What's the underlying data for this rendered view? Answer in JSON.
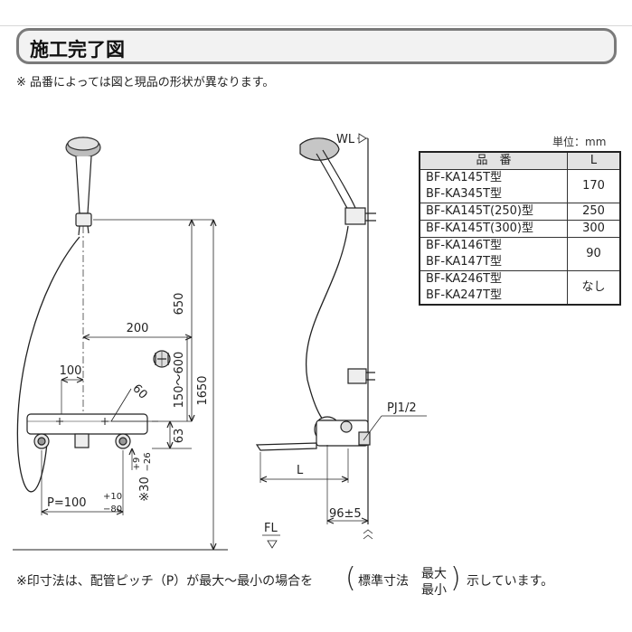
{
  "header": {
    "title": "施工完了図"
  },
  "note_top": "※ 品番によっては図と現品の形状が異なります。",
  "unit": "単位：mm",
  "table": {
    "headers": [
      "品　番",
      "L"
    ],
    "rows": [
      {
        "models": [
          "BF-KA145T型",
          "BF-KA345T型"
        ],
        "l": "170"
      },
      {
        "models": [
          "BF-KA145T(250)型"
        ],
        "l": "250"
      },
      {
        "models": [
          "BF-KA145T(300)型"
        ],
        "l": "300"
      },
      {
        "models": [
          "BF-KA146T型",
          "BF-KA147T型"
        ],
        "l": "90"
      },
      {
        "models": [
          "BF-KA246T型",
          "BF-KA247T型"
        ],
        "l": "なし"
      }
    ]
  },
  "dims": {
    "d650": "650",
    "d200": "200",
    "d100": "100",
    "d60": "60",
    "d150_600": "150～600",
    "d1650": "1650",
    "d63": "63",
    "d30": "※30",
    "d30_tol_upper": "+9",
    "d30_tol_lower": "−26",
    "p_main": "P=100",
    "p_tol_upper": "+10",
    "p_tol_lower": "−80",
    "wl": "WL",
    "fl": "FL",
    "pj": "PJ1/2",
    "l": "L",
    "d96": "96±5"
  },
  "bottom_note": {
    "prefix": "※印寸法は、配管ピッチ（P）が最大～最小の場合を",
    "mid": "標準寸法",
    "max": "最大",
    "min": "最小",
    "suffix": "示しています。"
  }
}
